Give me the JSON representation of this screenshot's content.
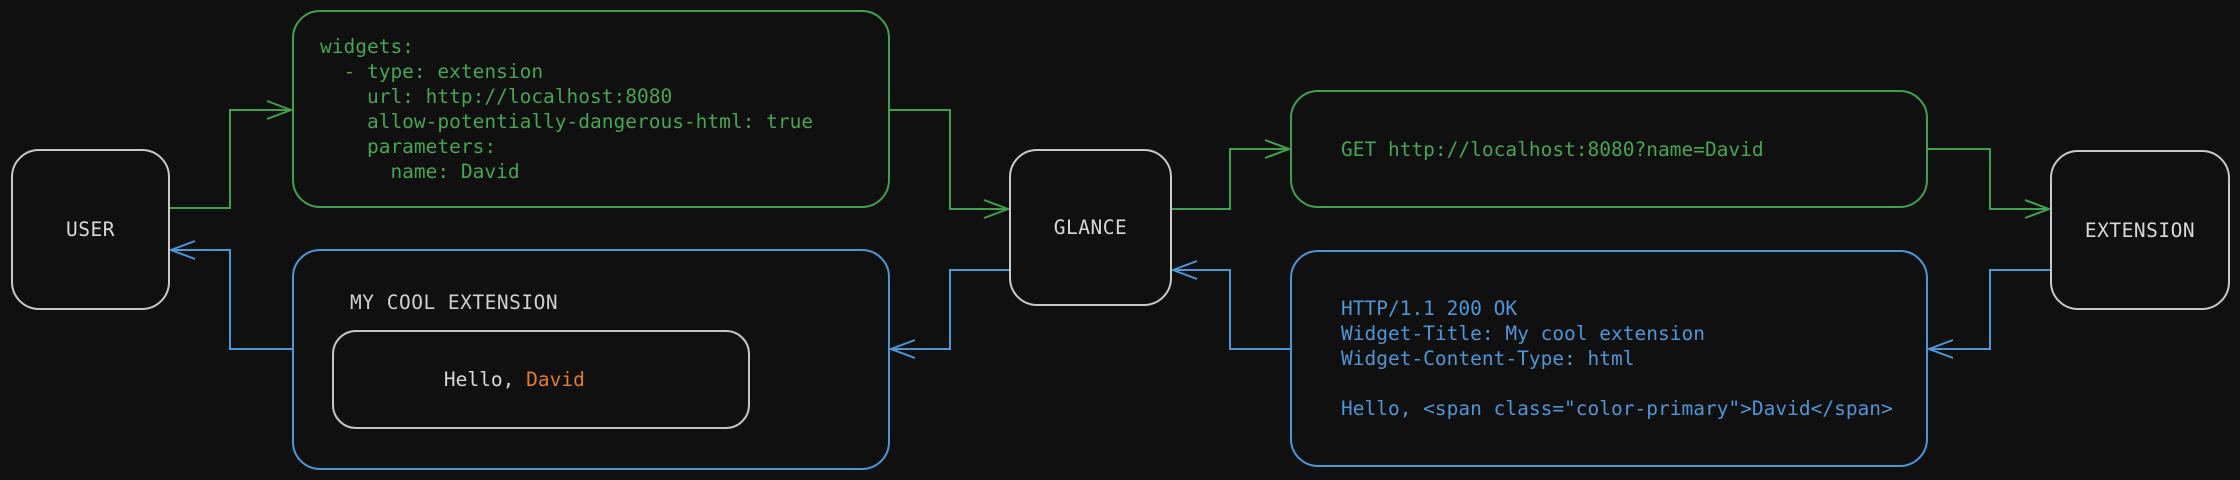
{
  "page": {
    "background": "#101010"
  },
  "colors": {
    "request_green": "#41a04f",
    "response_blue": "#4d96d8",
    "highlight_orange": "#e07b30",
    "text_white": "#d8d8d8",
    "node_border_gray": "#c8c8c8"
  },
  "nodes": {
    "user": {
      "label": "USER"
    },
    "glance": {
      "label": "GLANCE"
    },
    "extension": {
      "label": "EXTENSION"
    }
  },
  "config_box": {
    "lines": [
      "widgets:",
      "  - type: extension",
      "    url: http://localhost:8080",
      "    allow-potentially-dangerous-html: true",
      "    parameters:",
      "      name: David"
    ]
  },
  "request_box": {
    "text": "GET http://localhost:8080?name=David"
  },
  "response_box": {
    "lines": [
      "HTTP/1.1 200 OK",
      "Widget-Title: My cool extension",
      "Widget-Content-Type: html",
      "",
      "Hello, <span class=\"color-primary\">David</span>"
    ]
  },
  "rendered_box": {
    "title": "MY COOL EXTENSION",
    "greeting_prefix": "Hello, ",
    "greeting_name": "David"
  }
}
